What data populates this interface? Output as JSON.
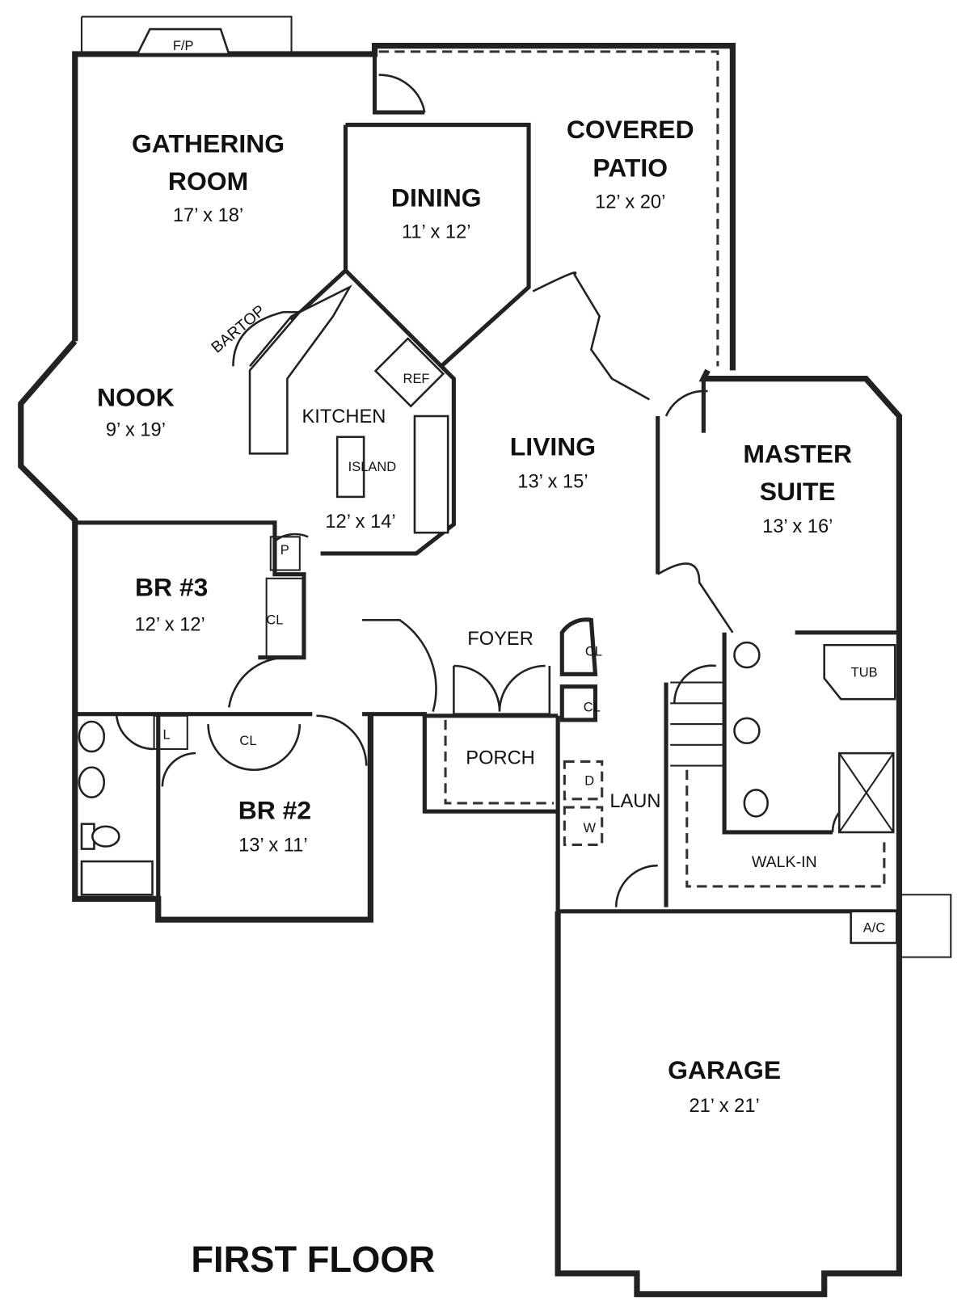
{
  "title": "FIRST FLOOR",
  "rooms": {
    "gathering": {
      "name1": "GATHERING",
      "name2": "ROOM",
      "dims": "17’ x 18’"
    },
    "dining": {
      "name": "DINING",
      "dims": "11’ x 12’"
    },
    "patio": {
      "name1": "COVERED",
      "name2": "PATIO",
      "dims": "12’ x 20’"
    },
    "nook": {
      "name": "NOOK",
      "dims": "9’ x 19’"
    },
    "kitchen": {
      "name": "KITCHEN",
      "dims": "12’ x 14’"
    },
    "living": {
      "name": "LIVING",
      "dims": "13’ x 15’"
    },
    "master": {
      "name1": "MASTER",
      "name2": "SUITE",
      "dims": "13’ x 16’"
    },
    "br3": {
      "name": "BR #3",
      "dims": "12’ x 12’"
    },
    "br2": {
      "name": "BR #2",
      "dims": "13’ x 11’"
    },
    "garage": {
      "name": "GARAGE",
      "dims": "21’ x 21’"
    },
    "foyer": {
      "name": "FOYER"
    },
    "porch": {
      "name": "PORCH"
    },
    "laun": {
      "name": "LAUN"
    },
    "walkin": {
      "name": "WALK-IN"
    }
  },
  "fixtures": {
    "fp": "F/P",
    "bartop": "BARTOP",
    "ref": "REF",
    "island": "ISLAND",
    "pantry": "P",
    "closet": "CL",
    "linen": "L",
    "tub": "TUB",
    "dryer": "D",
    "washer": "W",
    "ac": "A/C"
  }
}
